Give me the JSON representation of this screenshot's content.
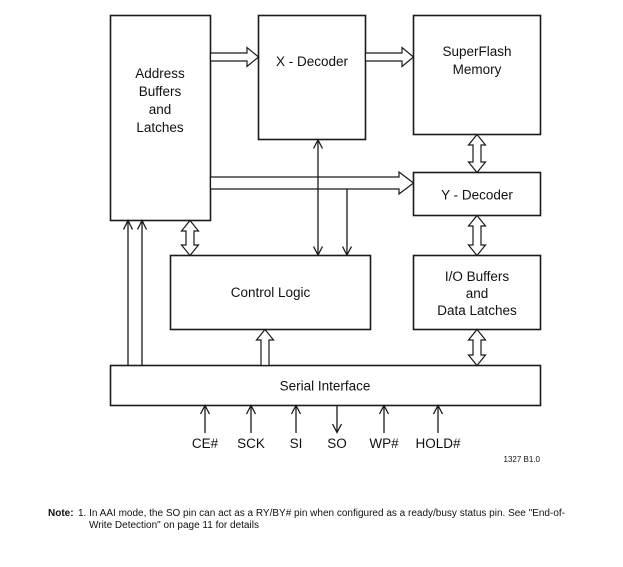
{
  "blocks": {
    "address_buffers": {
      "lines": [
        "Address",
        "Buffers",
        "and",
        "Latches"
      ]
    },
    "x_decoder": {
      "label": "X - Decoder"
    },
    "superflash": {
      "lines": [
        "SuperFlash",
        "Memory"
      ]
    },
    "y_decoder": {
      "label": "Y - Decoder"
    },
    "control_logic": {
      "label": "Control Logic"
    },
    "io_buffers": {
      "lines": [
        "I/O Buffers",
        "and",
        "Data Latches"
      ]
    },
    "serial_interface": {
      "label": "Serial Interface"
    }
  },
  "pins": [
    {
      "label": "CE#",
      "direction": "in"
    },
    {
      "label": "SCK",
      "direction": "in"
    },
    {
      "label": "SI",
      "direction": "in"
    },
    {
      "label": "SO",
      "direction": "out"
    },
    {
      "label": "WP#",
      "direction": "in"
    },
    {
      "label": "HOLD#",
      "direction": "in"
    }
  ],
  "figure_ref": "1327 B1.0",
  "note": {
    "label": "Note:",
    "line1": "1. In AAI mode, the SO pin can act as a RY/BY# pin when configured as a ready/busy status pin. See \"End-of-",
    "line2": "Write Detection\" on page 11 for details"
  }
}
